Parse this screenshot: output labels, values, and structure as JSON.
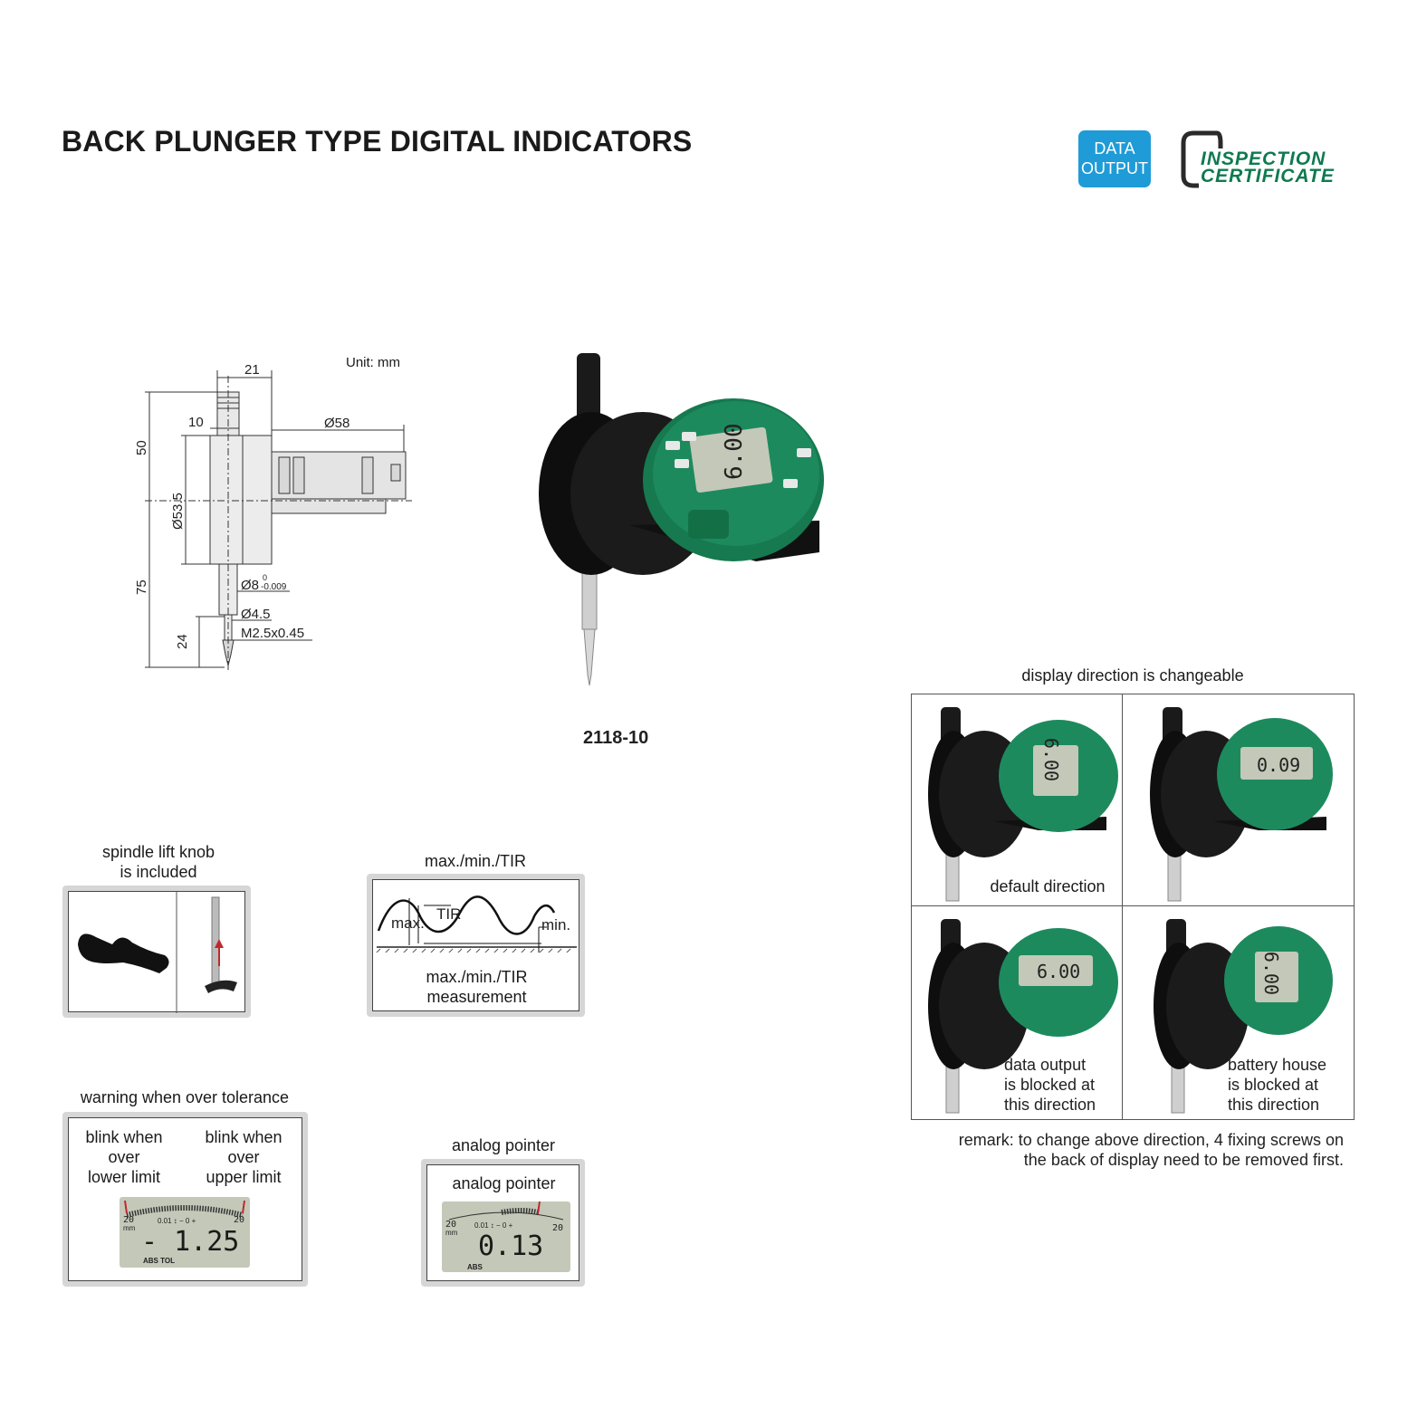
{
  "header": {
    "title": "BACK PLUNGER TYPE DIGITAL INDICATORS",
    "badge_line1": "DATA",
    "badge_line2": "OUTPUT",
    "cert_line1": "INSPECTION",
    "cert_line2": "CERTIFICATE"
  },
  "drawing": {
    "unit": "Unit: mm",
    "dims": {
      "d21": "21",
      "d58": "Ø58",
      "d10": "10",
      "d50": "50",
      "d53": "Ø53.5",
      "d75": "75",
      "d8": "Ø8",
      "d8_tol_upper": "0",
      "d8_tol_lower": "-0.009",
      "d45": "Ø4.5",
      "thread": "M2.5x0.45",
      "d24": "24"
    }
  },
  "product": {
    "model": "2118-10",
    "reading": "6.00"
  },
  "features": {
    "spindle_title_1": "spindle lift knob",
    "spindle_title_2": "is included",
    "tir_title": "max./min./TIR",
    "tir_max": "max.",
    "tir_tir": "TIR",
    "tir_min": "min.",
    "tir_caption_1": "max./min./TIR",
    "tir_caption_2": "measurement",
    "warn_title": "warning when over tolerance",
    "warn_left_1": "blink when",
    "warn_left_2": "over",
    "warn_left_3": "lower limit",
    "warn_right_1": "blink when",
    "warn_right_2": "over",
    "warn_right_3": "upper limit",
    "warn_reading": "- 1.25",
    "warn_abs": "ABS  TOL",
    "analog_title": "analog pointer",
    "analog_inner": "analog pointer",
    "analog_reading": "0.13",
    "analog_abs": "ABS",
    "scale_left": "20",
    "scale_right": "20",
    "scale_unit": "mm",
    "scale_mid": "0.01 ↕ − 0 +"
  },
  "directions": {
    "title": "display direction is changeable",
    "cell1_1": "default direction",
    "cell3_1": "data output",
    "cell3_2": "is blocked at",
    "cell3_3": "this direction",
    "cell4_1": "battery house",
    "cell4_2": "is blocked at",
    "cell4_3": "this direction",
    "reading_a": "6.00",
    "reading_b": "0.09",
    "reading_c": "6.00",
    "reading_d": "6.00",
    "remark_1": "remark: to change above direction, 4 fixing screws on",
    "remark_2": "the back of display need to be removed first."
  },
  "colors": {
    "accent_blue": "#1f9bd7",
    "brand_green": "#0e7a4f",
    "housing_green": "#1d8a5e",
    "lcd": "#c4c8b8"
  }
}
